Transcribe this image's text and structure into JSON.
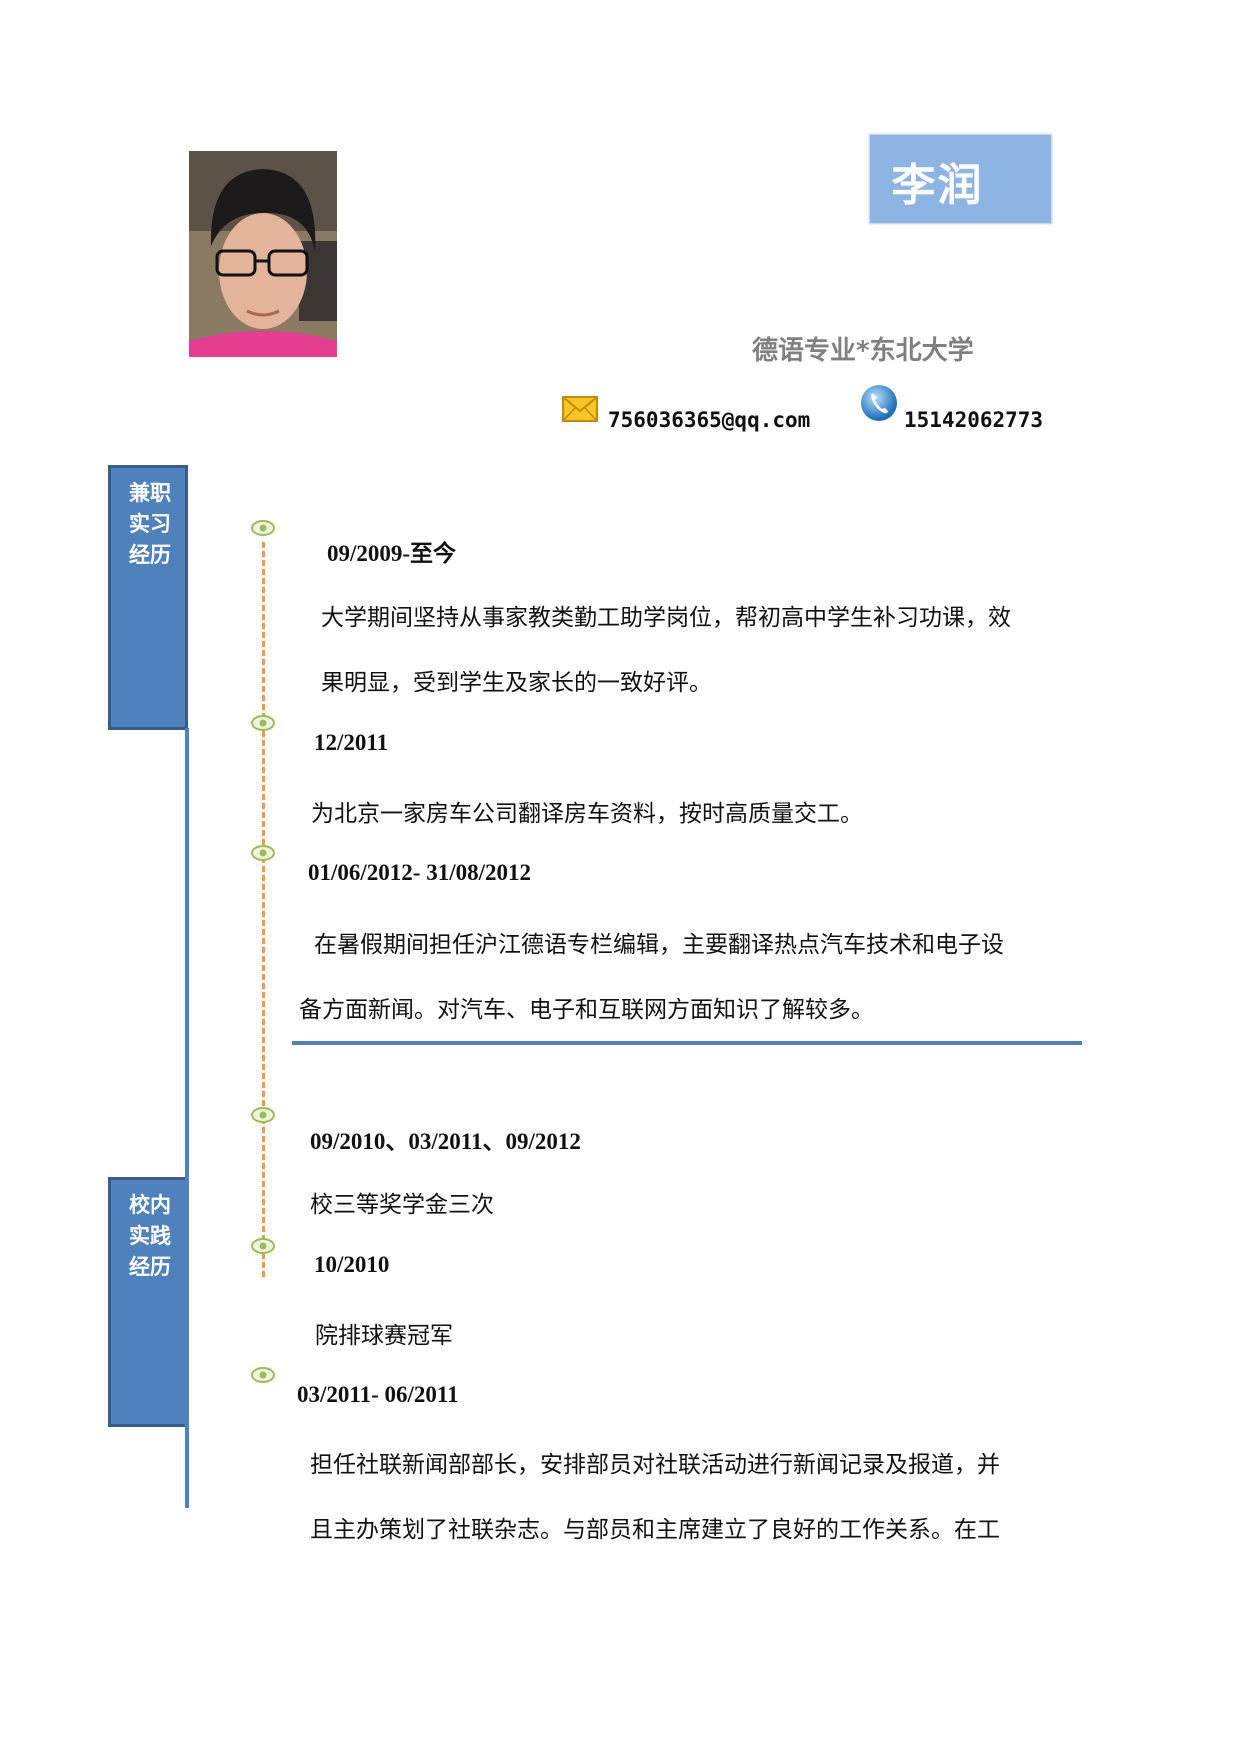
{
  "header": {
    "name": "李润",
    "subtitle": "德语专业*东北大学",
    "email": "756036365@qq.com",
    "phone": "15142062773"
  },
  "icons": {
    "email": "envelope-icon",
    "phone": "telephone-icon",
    "timeline_node": "timeline-dot-icon"
  },
  "colors": {
    "accent": "#4f81bd",
    "name_box": "#8eb4e3",
    "timeline": "#f79646",
    "subtitle": "#808080"
  },
  "sections": [
    {
      "tab": [
        "兼职",
        "实习",
        "经历"
      ],
      "entries": [
        {
          "date": "09/2009-至今",
          "lines": [
            "大学期间坚持从事家教类勤工助学岗位，帮初高中学生补习功课，效",
            "果明显，受到学生及家长的一致好评。"
          ]
        },
        {
          "date": "12/2011",
          "lines": [
            "为北京一家房车公司翻译房车资料，按时高质量交工。"
          ]
        },
        {
          "date": "01/06/2012- 31/08/2012",
          "lines": [
            "在暑假期间担任沪江德语专栏编辑，主要翻译热点汽车技术和电子设",
            "备方面新闻。对汽车、电子和互联网方面知识了解较多。"
          ]
        }
      ]
    },
    {
      "tab": [
        "校内",
        "实践",
        "经历"
      ],
      "entries": [
        {
          "date": "09/2010、03/2011、09/2012",
          "lines": [
            "校三等奖学金三次"
          ]
        },
        {
          "date": "10/2010",
          "lines": [
            "院排球赛冠军"
          ]
        },
        {
          "date": "03/2011- 06/2011",
          "lines": [
            "担任社联新闻部部长，安排部员对社联活动进行新闻记录及报道，并",
            "且主办策划了社联杂志。与部员和主席建立了良好的工作关系。在工"
          ]
        }
      ]
    }
  ]
}
